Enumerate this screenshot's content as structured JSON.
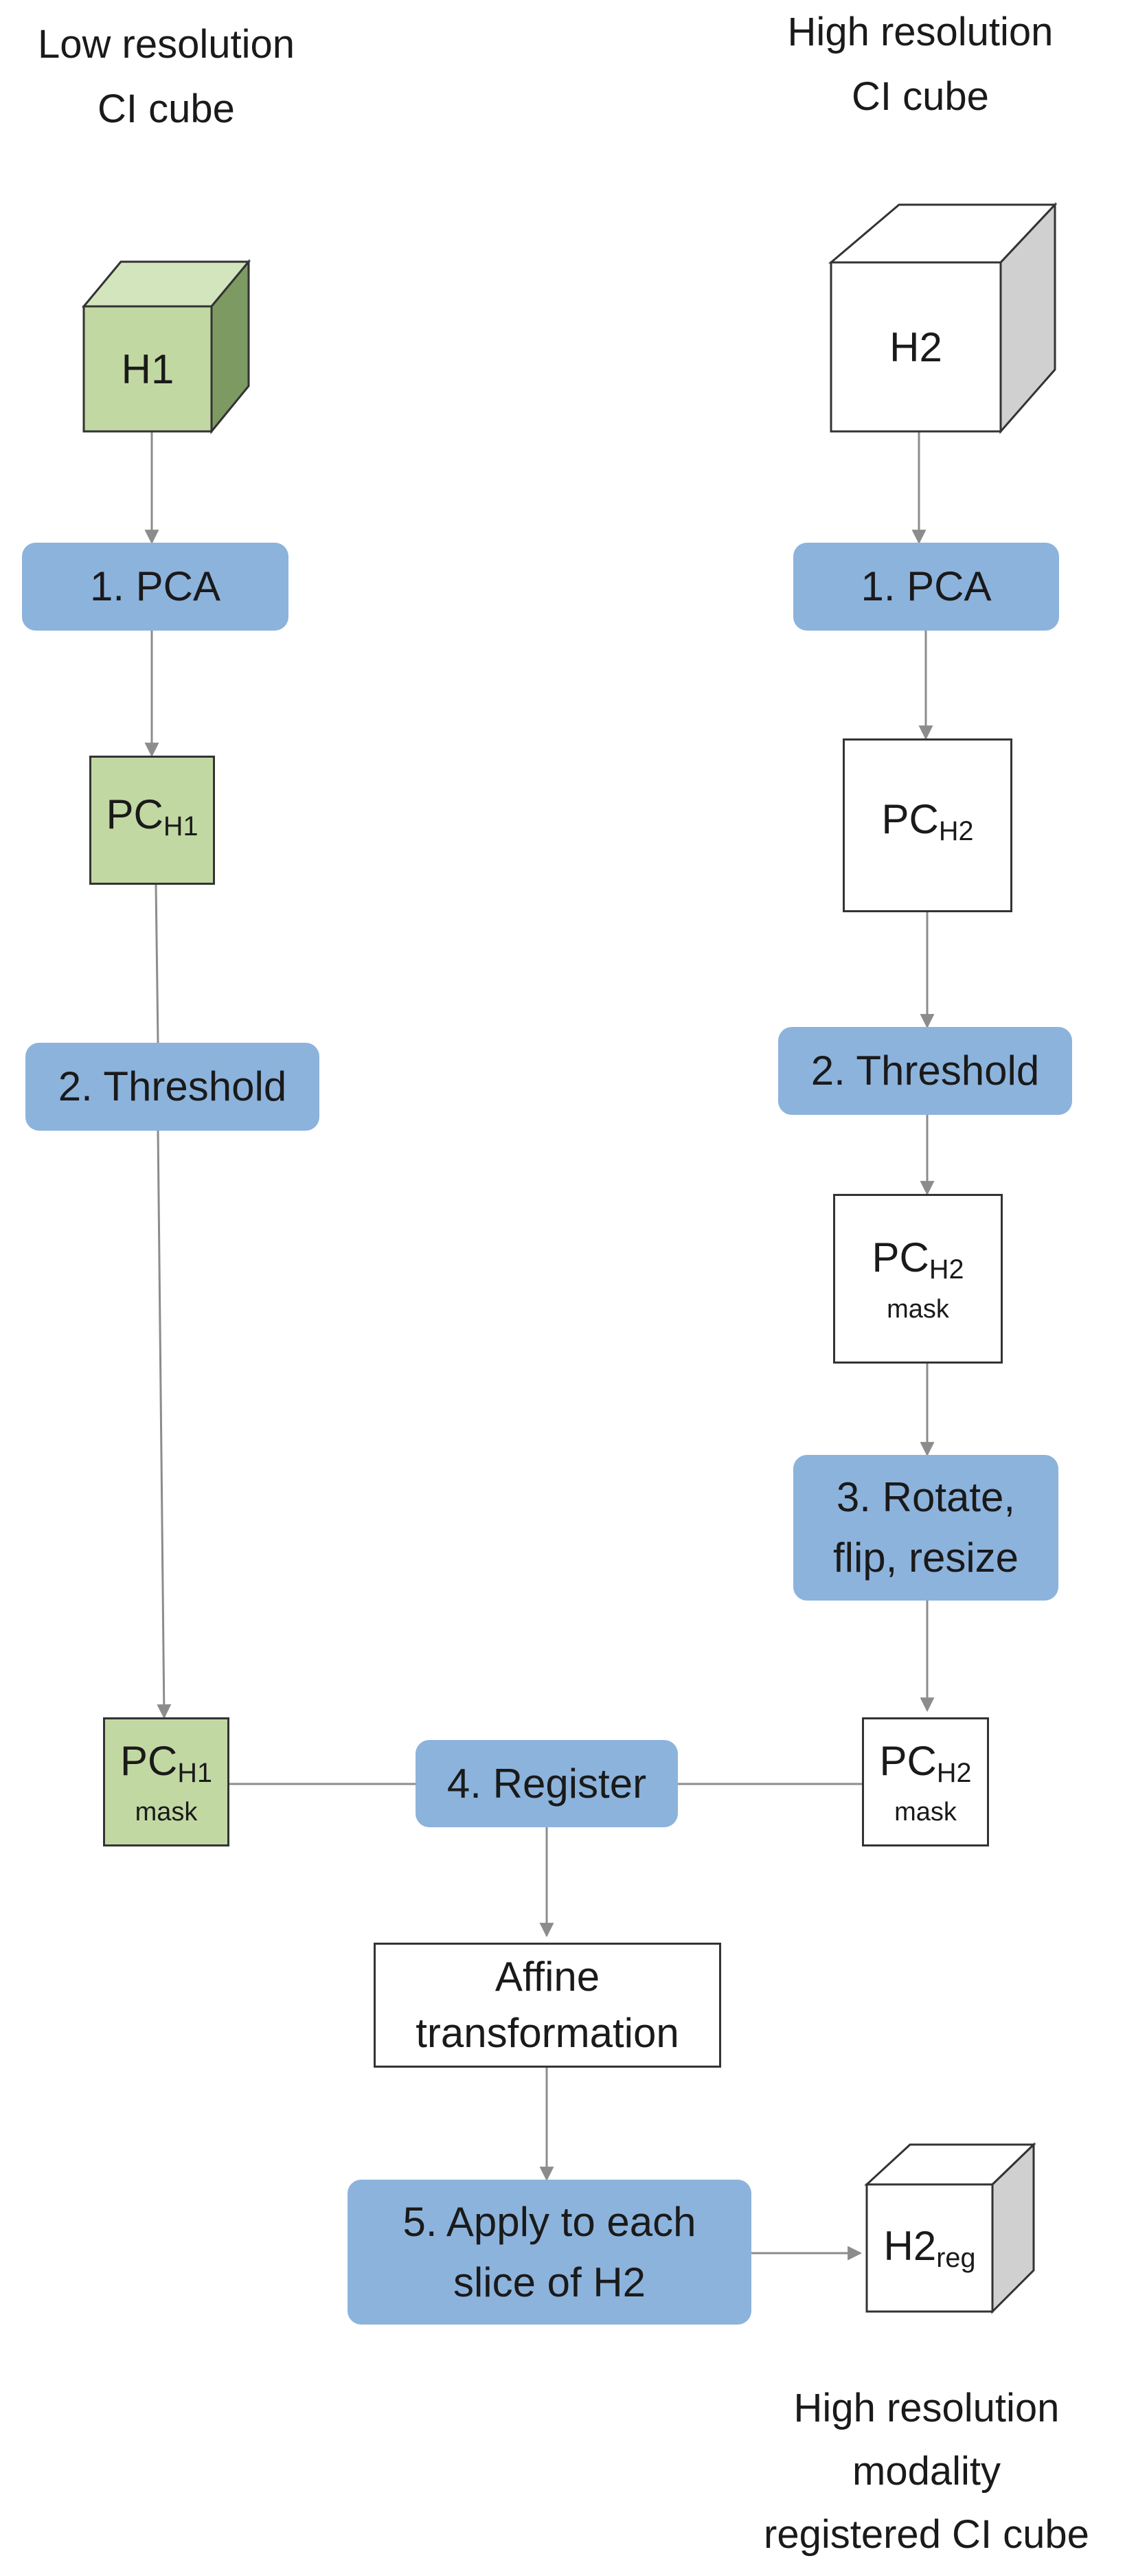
{
  "headings": {
    "low_res": [
      "Low resolution",
      "CI cube"
    ],
    "high_res": [
      "High resolution",
      "CI cube"
    ],
    "registered": [
      "High resolution",
      "modality",
      "registered CI cube"
    ]
  },
  "cubes": {
    "h1": "H1",
    "h2": "H2",
    "h2reg": {
      "base": "H2",
      "sub": "reg"
    }
  },
  "steps": {
    "pca_left": "1. PCA",
    "pca_right": "1. PCA",
    "threshold_left": "2. Threshold",
    "threshold_right": "2. Threshold",
    "rotate": [
      "3. Rotate,",
      "flip, resize"
    ],
    "register": "4. Register",
    "apply": [
      "5. Apply to each",
      "slice of H2"
    ]
  },
  "nodes": {
    "pc_h1": {
      "base": "PC",
      "sub": "H1"
    },
    "pc_h2": {
      "base": "PC",
      "sub": "H2"
    },
    "pc_h2_mask_a": {
      "base": "PC",
      "sub": "H2",
      "note": "mask"
    },
    "pc_h2_mask_b": {
      "base": "PC",
      "sub": "H2",
      "note": "mask"
    },
    "pc_h1_mask": {
      "base": "PC",
      "sub": "H1",
      "note": "mask"
    },
    "affine": [
      "Affine",
      "transformation"
    ]
  },
  "colors": {
    "step_fill": "#8cb3dc",
    "low_res_fill": "#c2d8a3",
    "low_res_side": "#7d9a62",
    "high_res_side": "#cfcfcf",
    "connector": "#8c8c8c"
  }
}
